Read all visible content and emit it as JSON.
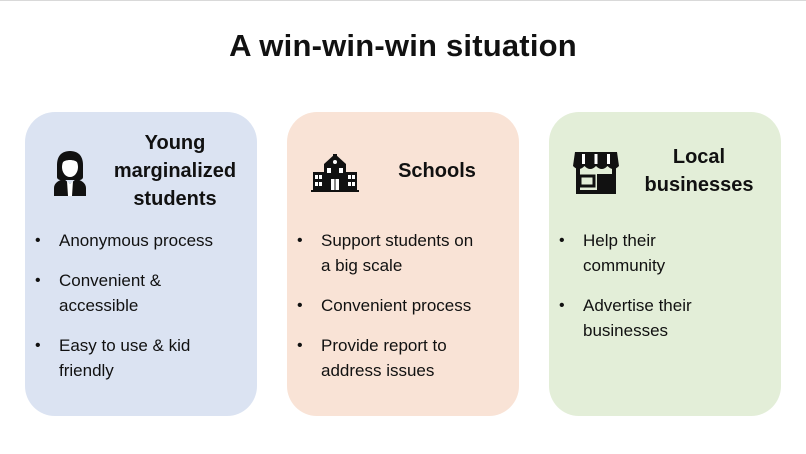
{
  "title": "A win-win-win situation",
  "cards": [
    {
      "heading_lines": [
        "Young",
        "marginalized",
        "students"
      ],
      "icon": "student-icon",
      "points": [
        [
          "Anonymous process"
        ],
        [
          "Convenient &",
          "accessible"
        ],
        [
          "Easy to use & kid",
          "friendly"
        ]
      ]
    },
    {
      "heading_lines": [
        "Schools"
      ],
      "icon": "school-icon",
      "points": [
        [
          "Support students on",
          "a big scale"
        ],
        [
          "Convenient process"
        ],
        [
          "Provide report to",
          "address issues"
        ]
      ]
    },
    {
      "heading_lines": [
        "Local",
        "businesses"
      ],
      "icon": "storefront-icon",
      "points": [
        [
          "Help their",
          "community"
        ],
        [
          "Advertise their",
          "businesses"
        ]
      ]
    }
  ],
  "colors": {
    "card_students_bg": "#dbe3f2",
    "card_schools_bg": "#f9e3d6",
    "card_business_bg": "#e3eed8",
    "text": "#111111"
  }
}
